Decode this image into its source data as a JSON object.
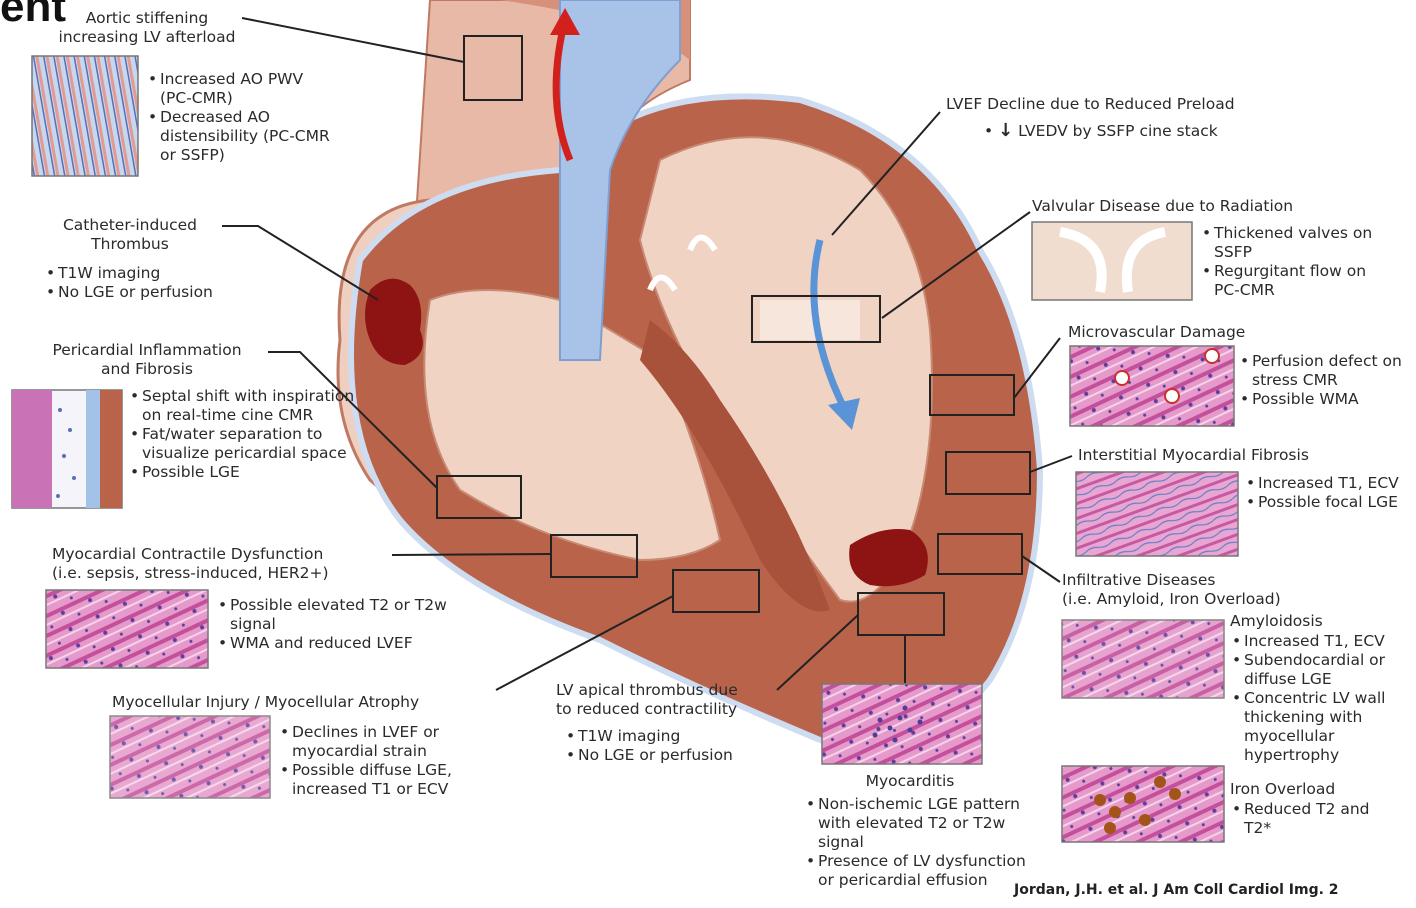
{
  "header": {
    "partial_title": "ent"
  },
  "labels": {
    "aortic": {
      "title": "Aortic stiffening\nincreasing LV afterload",
      "items": [
        "Increased AO PWV (PC-CMR)",
        "Decreased AO distensibility (PC-CMR or SSFP)"
      ]
    },
    "catheter": {
      "title": "Catheter-induced\nThrombus",
      "items": [
        "T1W imaging",
        "No LGE or perfusion"
      ]
    },
    "pericardial": {
      "title": "Pericardial Inflammation\nand Fibrosis",
      "items": [
        "Septal shift with inspiration on real-time cine CMR",
        "Fat/water separation to visualize pericardial space",
        "Possible LGE"
      ]
    },
    "contractile": {
      "title": "Myocardial Contractile Dysfunction\n(i.e. sepsis, stress-induced, HER2+)",
      "items": [
        "Possible elevated T2 or T2w signal",
        "WMA and reduced LVEF"
      ]
    },
    "myocellular": {
      "title": "Myocellular Injury / Myocellular Atrophy",
      "items": [
        "Declines in LVEF or myocardial strain",
        "Possible diffuse LGE, increased T1 or ECV"
      ]
    },
    "apical": {
      "title": "LV apical thrombus due\nto reduced contractility",
      "items": [
        "T1W imaging",
        "No LGE or perfusion"
      ]
    },
    "myocarditis": {
      "title": "Myocarditis",
      "items": [
        "Non-ischemic LGE pattern with elevated T2 or T2w signal",
        "Presence of LV dysfunction or pericardial effusion"
      ]
    },
    "lvef": {
      "title": "LVEF Decline due to Reduced Preload",
      "item_arrow": "↓",
      "item": "LVEDV by SSFP cine stack"
    },
    "valvular": {
      "title": "Valvular Disease due to Radiation",
      "items": [
        "Thickened valves on SSFP",
        "Regurgitant flow on PC-CMR"
      ]
    },
    "microvascular": {
      "title": "Microvascular Damage",
      "items": [
        "Perfusion defect on stress CMR",
        "Possible WMA"
      ]
    },
    "interstitial": {
      "title": "Interstitial Myocardial Fibrosis",
      "items": [
        "Increased T1, ECV",
        "Possible focal LGE"
      ]
    },
    "infiltrative": {
      "title": "Infiltrative Diseases\n(i.e. Amyloid, Iron Overload)"
    },
    "amyloidosis": {
      "title": "Amyloidosis",
      "items": [
        "Increased T1, ECV",
        "Subendocardial or diffuse LGE",
        "Concentric LV wall thickening with myocellular hypertrophy"
      ]
    },
    "iron": {
      "title": "Iron Overload",
      "items": [
        "Reduced T2 and T2*"
      ]
    }
  },
  "citation": "Jordan, J.H. et al. J Am Coll Cardiol Img. 2",
  "colors": {
    "myocardium": "#b0553e",
    "cavity": "#ecc7b4",
    "aorta_blue": "#a9c3e8",
    "thrombus": "#8e1414",
    "tissue_pink": "#d877b9",
    "arrow_red": "#d2201d",
    "arrow_blue": "#5a93d6"
  }
}
